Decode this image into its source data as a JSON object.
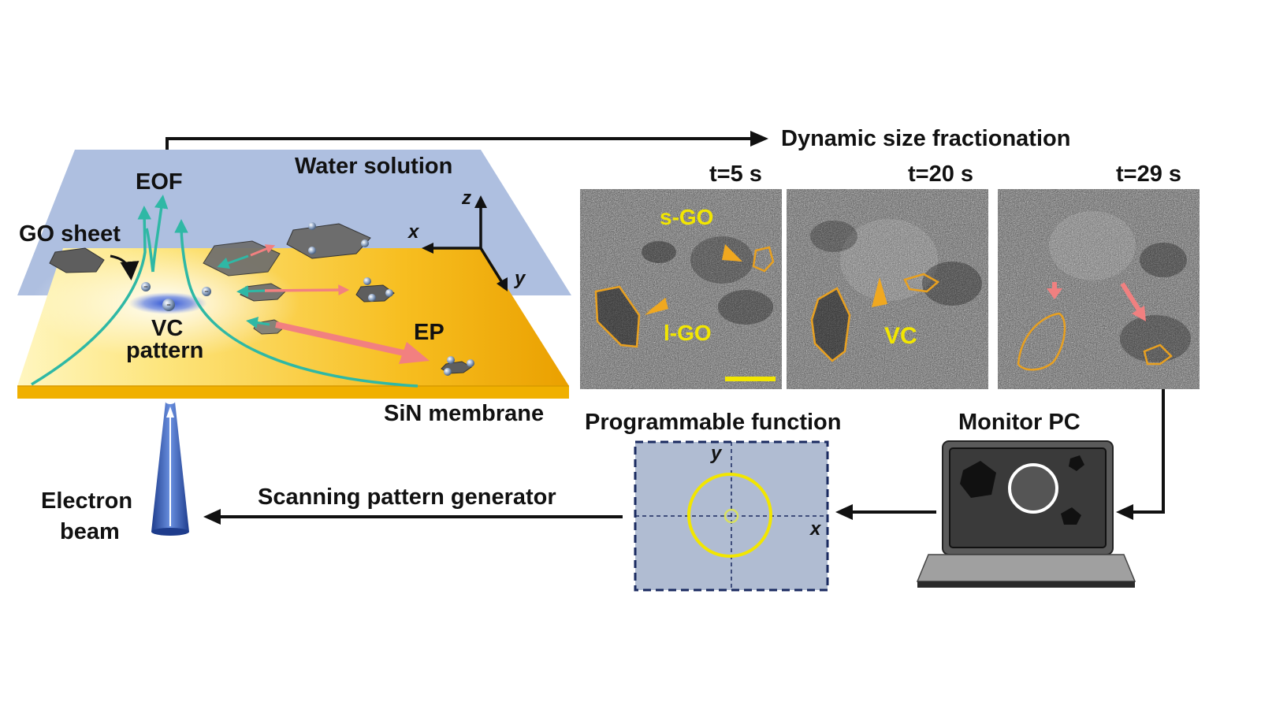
{
  "labels": {
    "water_solution": "Water solution",
    "eof": "EOF",
    "go_sheet": "GO sheet",
    "vc_pattern_line1": "VC",
    "vc_pattern_line2": "pattern",
    "ep": "EP",
    "sin_membrane": "SiN membrane",
    "electron_beam_line1": "Electron",
    "electron_beam_line2": "beam",
    "scanning_pattern_generator": "Scanning pattern generator",
    "programmable_function": "Programmable function",
    "monitor_pc": "Monitor PC",
    "dynamic_size_fractionation": "Dynamic size fractionation"
  },
  "axes": {
    "x": "x",
    "y": "y",
    "z": "z"
  },
  "panels": [
    {
      "time": "t=5 s",
      "annotations": [
        "s-GO",
        "l-GO"
      ]
    },
    {
      "time": "t=20 s",
      "annotations": [
        "VC"
      ]
    },
    {
      "time": "t=29 s",
      "annotations": []
    }
  ],
  "function_axes": {
    "x": "x",
    "y": "y"
  },
  "colors": {
    "water": "#aebfe0",
    "membrane": "#f5b400",
    "flow_arrow": "#2fb8a5",
    "ep_arrow": "#f28080",
    "annotation": "#f2e600",
    "outline": "#e8a020",
    "function_bg": "#b0bcd2",
    "function_border": "#1a2a60"
  }
}
